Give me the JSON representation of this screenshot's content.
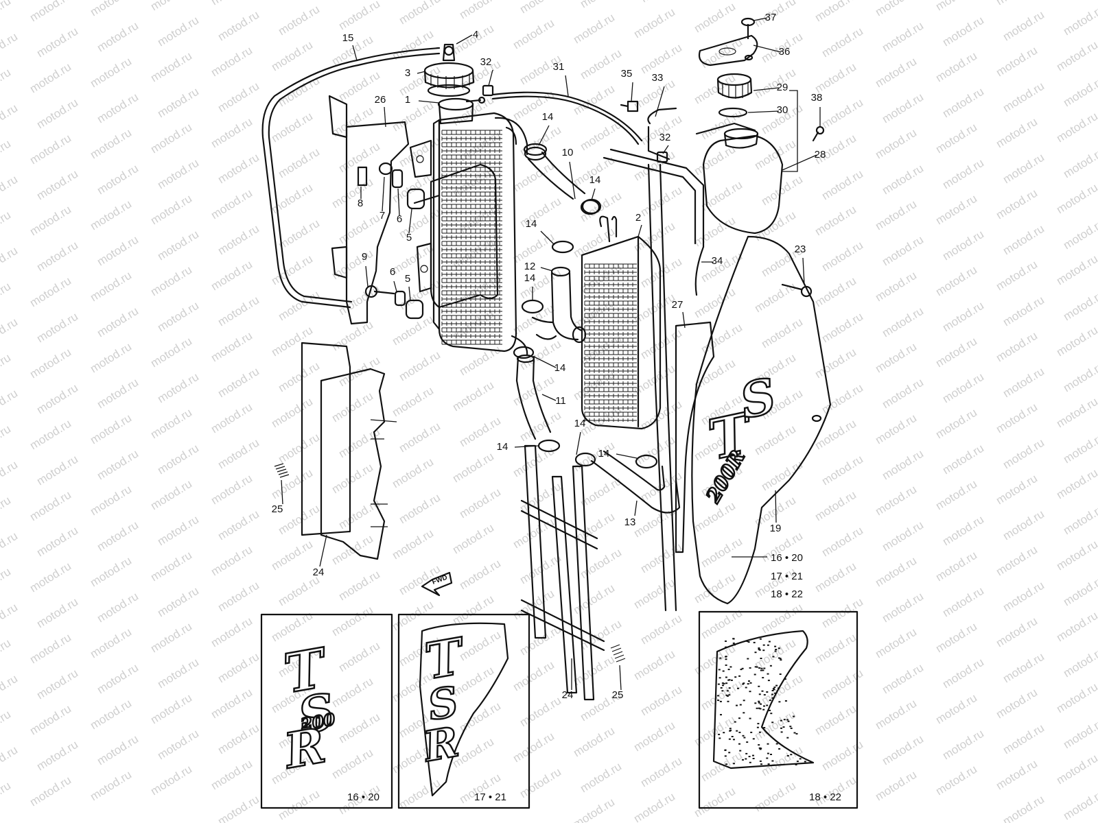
{
  "watermark": "motod.ru",
  "fwd_label": "FWD",
  "callouts": [
    {
      "id": "c1",
      "text": "1"
    },
    {
      "id": "c2",
      "text": "2"
    },
    {
      "id": "c3",
      "text": "3"
    },
    {
      "id": "c4",
      "text": "4"
    },
    {
      "id": "c5a",
      "text": "5"
    },
    {
      "id": "c5b",
      "text": "5"
    },
    {
      "id": "c6a",
      "text": "6"
    },
    {
      "id": "c6b",
      "text": "6"
    },
    {
      "id": "c7",
      "text": "7"
    },
    {
      "id": "c8",
      "text": "8"
    },
    {
      "id": "c9",
      "text": "9"
    },
    {
      "id": "c10",
      "text": "10"
    },
    {
      "id": "c11",
      "text": "11"
    },
    {
      "id": "c12",
      "text": "12"
    },
    {
      "id": "c13",
      "text": "13"
    },
    {
      "id": "c14a",
      "text": "14"
    },
    {
      "id": "c14b",
      "text": "14"
    },
    {
      "id": "c14c",
      "text": "14"
    },
    {
      "id": "c14d",
      "text": "14"
    },
    {
      "id": "c14e",
      "text": "14"
    },
    {
      "id": "c14f",
      "text": "14"
    },
    {
      "id": "c14g",
      "text": "14"
    },
    {
      "id": "c14h",
      "text": "14"
    },
    {
      "id": "c15",
      "text": "15"
    },
    {
      "id": "c19",
      "text": "19"
    },
    {
      "id": "c23",
      "text": "23"
    },
    {
      "id": "c24a",
      "text": "24"
    },
    {
      "id": "c24b",
      "text": "24"
    },
    {
      "id": "c25a",
      "text": "25"
    },
    {
      "id": "c25b",
      "text": "25"
    },
    {
      "id": "c26",
      "text": "26"
    },
    {
      "id": "c27",
      "text": "27"
    },
    {
      "id": "c28",
      "text": "28"
    },
    {
      "id": "c29",
      "text": "29"
    },
    {
      "id": "c30",
      "text": "30"
    },
    {
      "id": "c31",
      "text": "31"
    },
    {
      "id": "c32a",
      "text": "32"
    },
    {
      "id": "c32b",
      "text": "32"
    },
    {
      "id": "c33",
      "text": "33"
    },
    {
      "id": "c34",
      "text": "34"
    },
    {
      "id": "c35",
      "text": "35"
    },
    {
      "id": "c36",
      "text": "36"
    },
    {
      "id": "c37",
      "text": "37"
    },
    {
      "id": "c38",
      "text": "38"
    },
    {
      "id": "c1620",
      "text": "16 • 20"
    },
    {
      "id": "c1721",
      "text": "17 • 21"
    },
    {
      "id": "c1822",
      "text": "18 • 22"
    }
  ],
  "decal_boxes": [
    {
      "label": "16 • 20"
    },
    {
      "label": "17 • 21"
    },
    {
      "label": "18 • 22"
    }
  ],
  "logo_letters": {
    "t": "T",
    "s": "S",
    "r": "R",
    "num": "200",
    "num_r": "200R"
  }
}
